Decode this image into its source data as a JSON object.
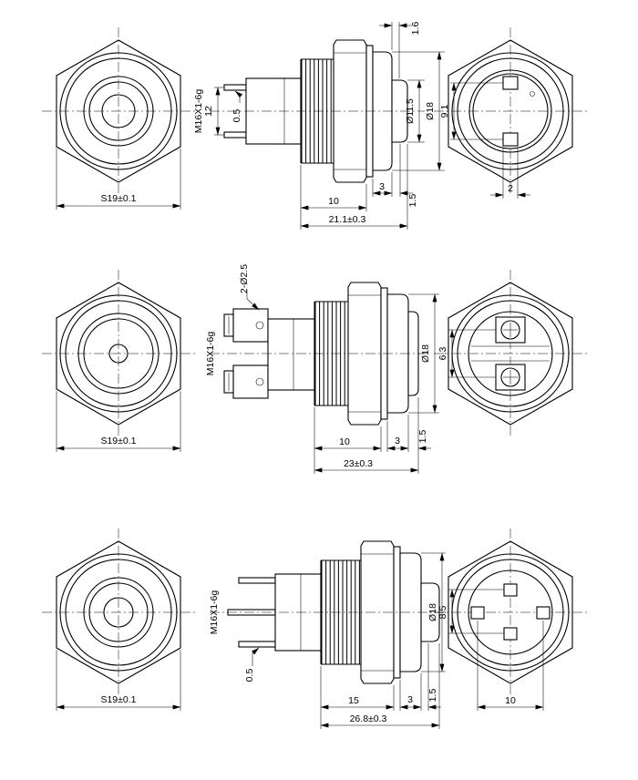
{
  "sheet": {
    "background": "#ffffff",
    "line_color": "#000000"
  },
  "views": {
    "row1": {
      "front": {
        "across_flats": "S19±0.1"
      },
      "side": {
        "pin_spacing": "12",
        "thread_spec": "M16X1-6g",
        "pin_thickness": "0.5",
        "head_clearance": "1.6",
        "button_dia": "Ø11.5",
        "flange_dia": "Ø18",
        "thread_length": "10",
        "flange_thickness": "3",
        "washer_thickness": "1.5",
        "overall_length": "21.1±0.3"
      },
      "rear": {
        "terminal_spacing": "9.1",
        "terminal_width": "2"
      }
    },
    "row2": {
      "front": {
        "across_flats": "S19±0.1"
      },
      "side": {
        "wire_holes": "2-Ø2.5",
        "thread_spec": "M16X1-6g",
        "flange_dia": "Ø18",
        "thread_length": "10",
        "flange_thickness": "3",
        "washer_thickness": "1.5",
        "overall_length": "23±0.3"
      },
      "rear": {
        "screw_spacing": "6.3"
      }
    },
    "row3": {
      "front": {
        "across_flats": "S19±0.1"
      },
      "side": {
        "thread_spec": "M16X1-6g",
        "pin_thickness": "0.5",
        "flange_dia": "Ø18",
        "thread_length": "15",
        "flange_thickness": "3",
        "washer_thickness": "1.5",
        "overall_length": "26.8±0.3"
      },
      "rear": {
        "pin_row_spacing": "8.5",
        "pin_col_spacing": "10"
      }
    }
  }
}
